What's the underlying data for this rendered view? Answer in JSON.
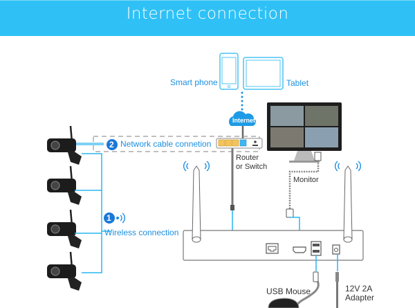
{
  "header": {
    "title": "Internet connection"
  },
  "colors": {
    "banner": "#2fc1f6",
    "accent": "#1b8fe0",
    "line": "#29b6f0",
    "cable": "#777777"
  },
  "devices": {
    "smart_phone": "Smart phone",
    "tablet": "Tablet",
    "internet": "Internet",
    "router": [
      "Router",
      "or Switch"
    ],
    "monitor": "Monitor",
    "usb_mouse": "USB Mouse",
    "adapter": [
      "12V 2A",
      "Adapter"
    ]
  },
  "connections": [
    {
      "step": "2",
      "label": "Network cable connetion"
    },
    {
      "step": "1",
      "label": "Wireless connection"
    }
  ],
  "cameras": [
    "camera-1",
    "camera-2",
    "camera-3",
    "camera-4"
  ],
  "icons": [
    "wifi-signal-icon",
    "ethernet-port-icon",
    "hdmi-port-icon",
    "usb-port-icon",
    "power-port-icon",
    "cloud-icon"
  ]
}
